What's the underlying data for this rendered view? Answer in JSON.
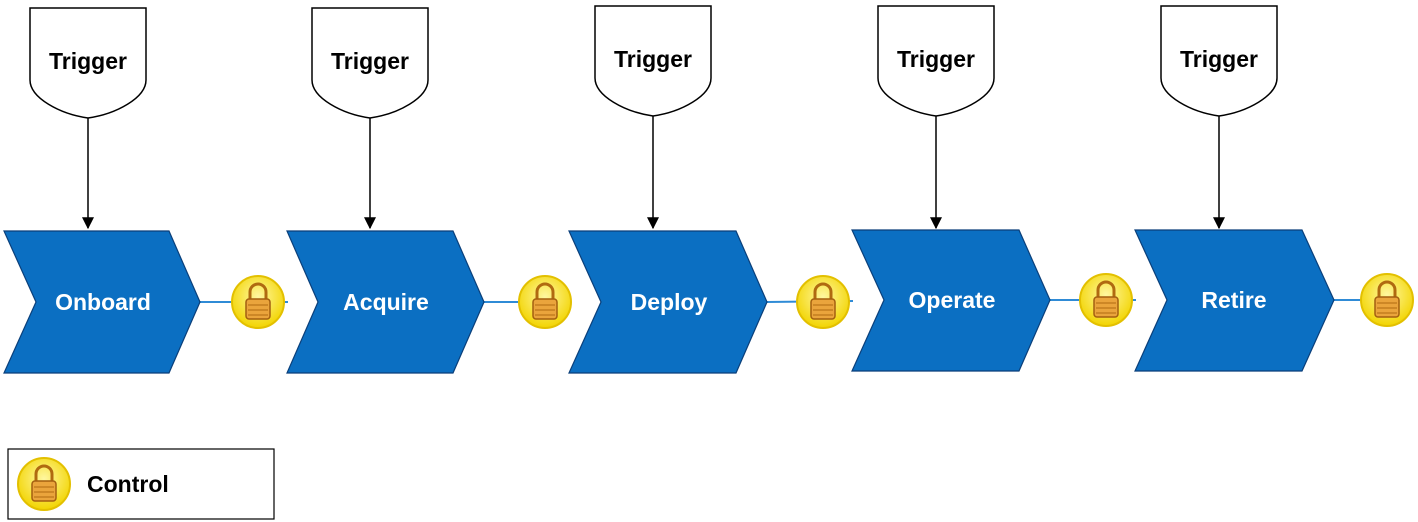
{
  "stages": [
    {
      "label": "Onboard",
      "trigger": "Trigger"
    },
    {
      "label": "Acquire",
      "trigger": "Trigger"
    },
    {
      "label": "Deploy",
      "trigger": "Trigger"
    },
    {
      "label": "Operate",
      "trigger": "Trigger"
    },
    {
      "label": "Retire",
      "trigger": "Trigger"
    }
  ],
  "legend": {
    "control_label": "Control"
  },
  "colors": {
    "stage_fill": "#0b6fc2",
    "stage_stroke": "#0a3f7a",
    "connector": "#2f8bd6",
    "control_fill": "#f5e11a",
    "control_ring": "#f0c400",
    "lock_body": "#e9a43a"
  },
  "icons": {
    "control": "padlock-icon",
    "trigger": "trigger-shape"
  }
}
